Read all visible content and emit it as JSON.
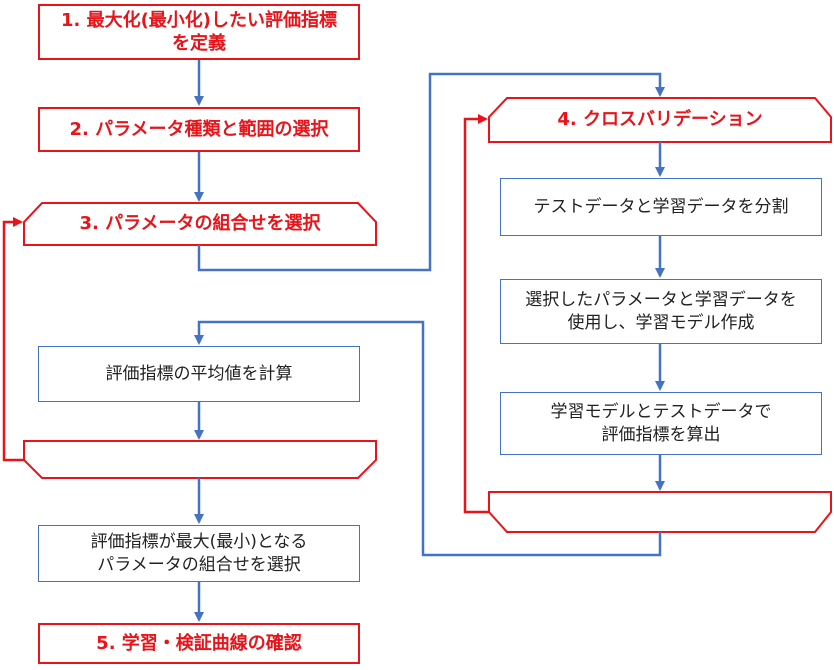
{
  "colors": {
    "red": "#e8141a",
    "blue": "#4472c4",
    "text": "#222222"
  },
  "steps": {
    "s1": {
      "line1": "1. 最大化(最小化)したい評価指標",
      "line2": "を定義"
    },
    "s2": "2. パラメータ種類と範囲の選択",
    "s3": "3. パラメータの組合せを選択",
    "s4": "4. クロスバリデーション",
    "split": "テストデータと学習データを分割",
    "train": {
      "line1": "選択したパラメータと学習データを",
      "line2": "使用し、学習モデル作成"
    },
    "eval": {
      "line1": "学習モデルとテストデータで",
      "line2": "評価指標を算出"
    },
    "avg": "評価指標の平均値を計算",
    "best": {
      "line1": "評価指標が最大(最小)となる",
      "line2": "パラメータの組合せを選択"
    },
    "s5": "5. 学習・検証曲線の確認"
  }
}
